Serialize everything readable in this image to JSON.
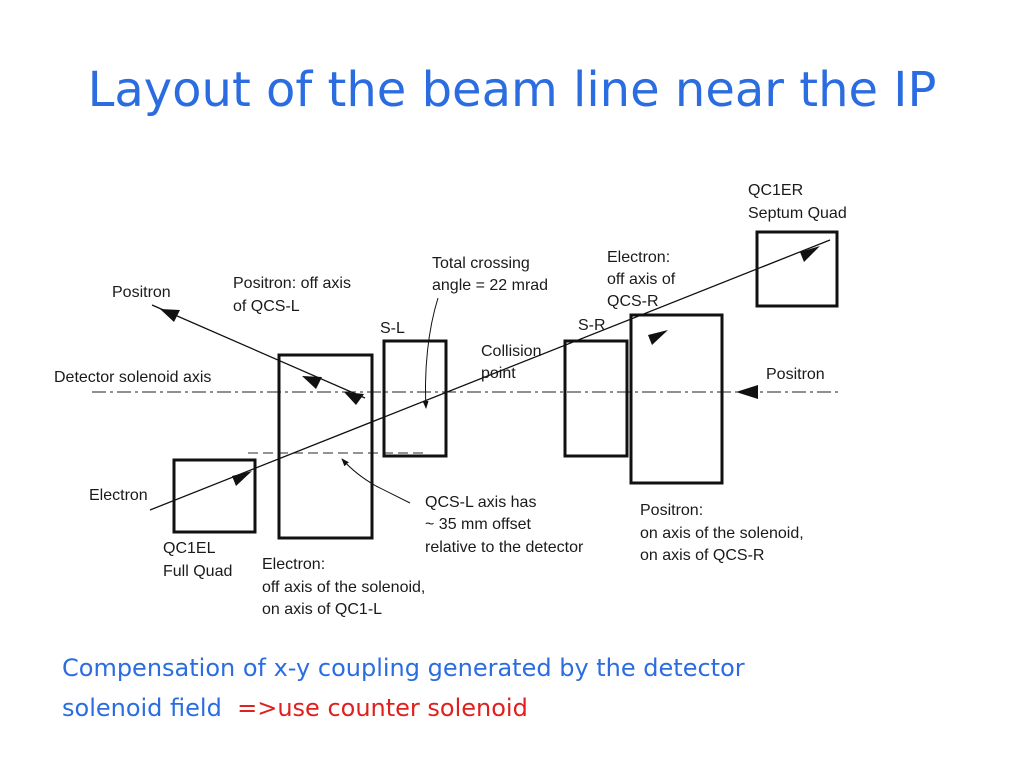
{
  "title": "Layout of the beam line near the IP",
  "labels": {
    "positron_left": "Positron",
    "positron_off_axis_1": "Positron: off axis",
    "positron_off_axis_2": "of QCS-L",
    "total_crossing_1": "Total crossing",
    "total_crossing_2": "angle = 22 mrad",
    "electron_off_axis_1": "Electron:",
    "electron_off_axis_2": "off axis of",
    "electron_off_axis_3": "QCS-R",
    "qc1er_1": "QC1ER",
    "qc1er_2": "Septum Quad",
    "s_l": "S-L",
    "s_r": "S-R",
    "collision_1": "Collision",
    "collision_2": "point",
    "detector_axis": "Detector solenoid axis",
    "positron_right": "Positron",
    "electron_left": "Electron",
    "qcs_offset_1": "QCS-L axis has",
    "qcs_offset_2": "~ 35 mm offset",
    "qcs_offset_3": "relative to the detector",
    "positron_on_axis_1": "Positron:",
    "positron_on_axis_2": "on axis of the solenoid,",
    "positron_on_axis_3": "on axis of QCS-R",
    "qc1el_1": "QC1EL",
    "qc1el_2": "Full Quad",
    "electron_bottom_1": "Electron:",
    "electron_bottom_2": "off axis of the solenoid,",
    "electron_bottom_3": "on axis of QC1-L"
  },
  "footer": {
    "line1": "Compensation of x-y coupling generated by the detector",
    "line2": "solenoid field",
    "accent": "=>use counter solenoid",
    "accent_color": "#e0201e",
    "text_color": "#2b6de0"
  }
}
